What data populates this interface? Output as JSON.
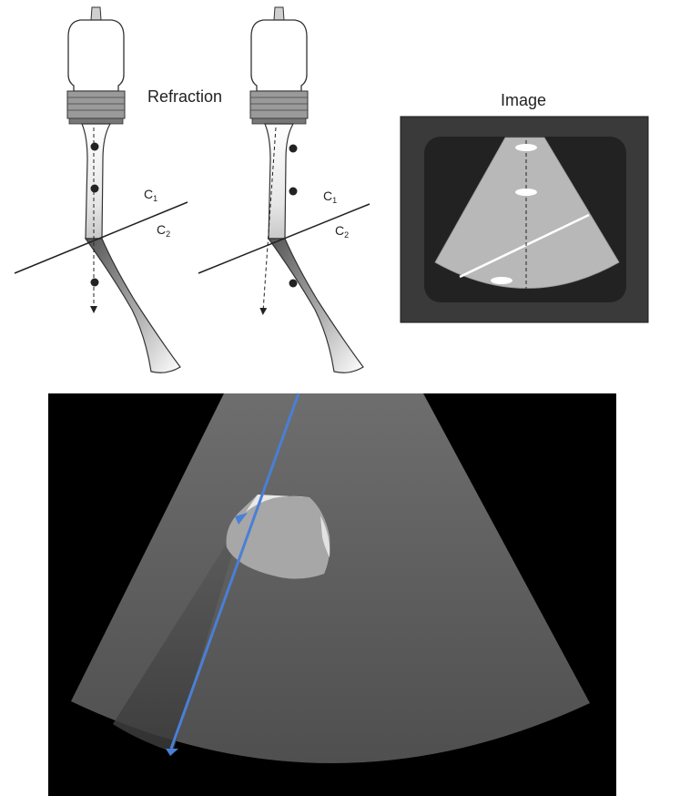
{
  "refraction_panel": {
    "title": "Refraction",
    "medium_upper_label": "C",
    "medium_upper_sub": "1",
    "medium_lower_label": "C",
    "medium_lower_sub": "2"
  },
  "image_panel": {
    "title": "Image"
  },
  "colors": {
    "background": "#ffffff",
    "ink": "#222222",
    "monitor_frame": "#3a3a3a",
    "screen": "#222222",
    "sector_light": "#b8b8b8",
    "beam_blue": "#4a7fd6",
    "ultrasound_sector": "#606060",
    "lesion": "#a7a7a7"
  },
  "icons": {
    "transducer": "transducer-probe-icon",
    "reflector": "dot-marker-icon"
  }
}
